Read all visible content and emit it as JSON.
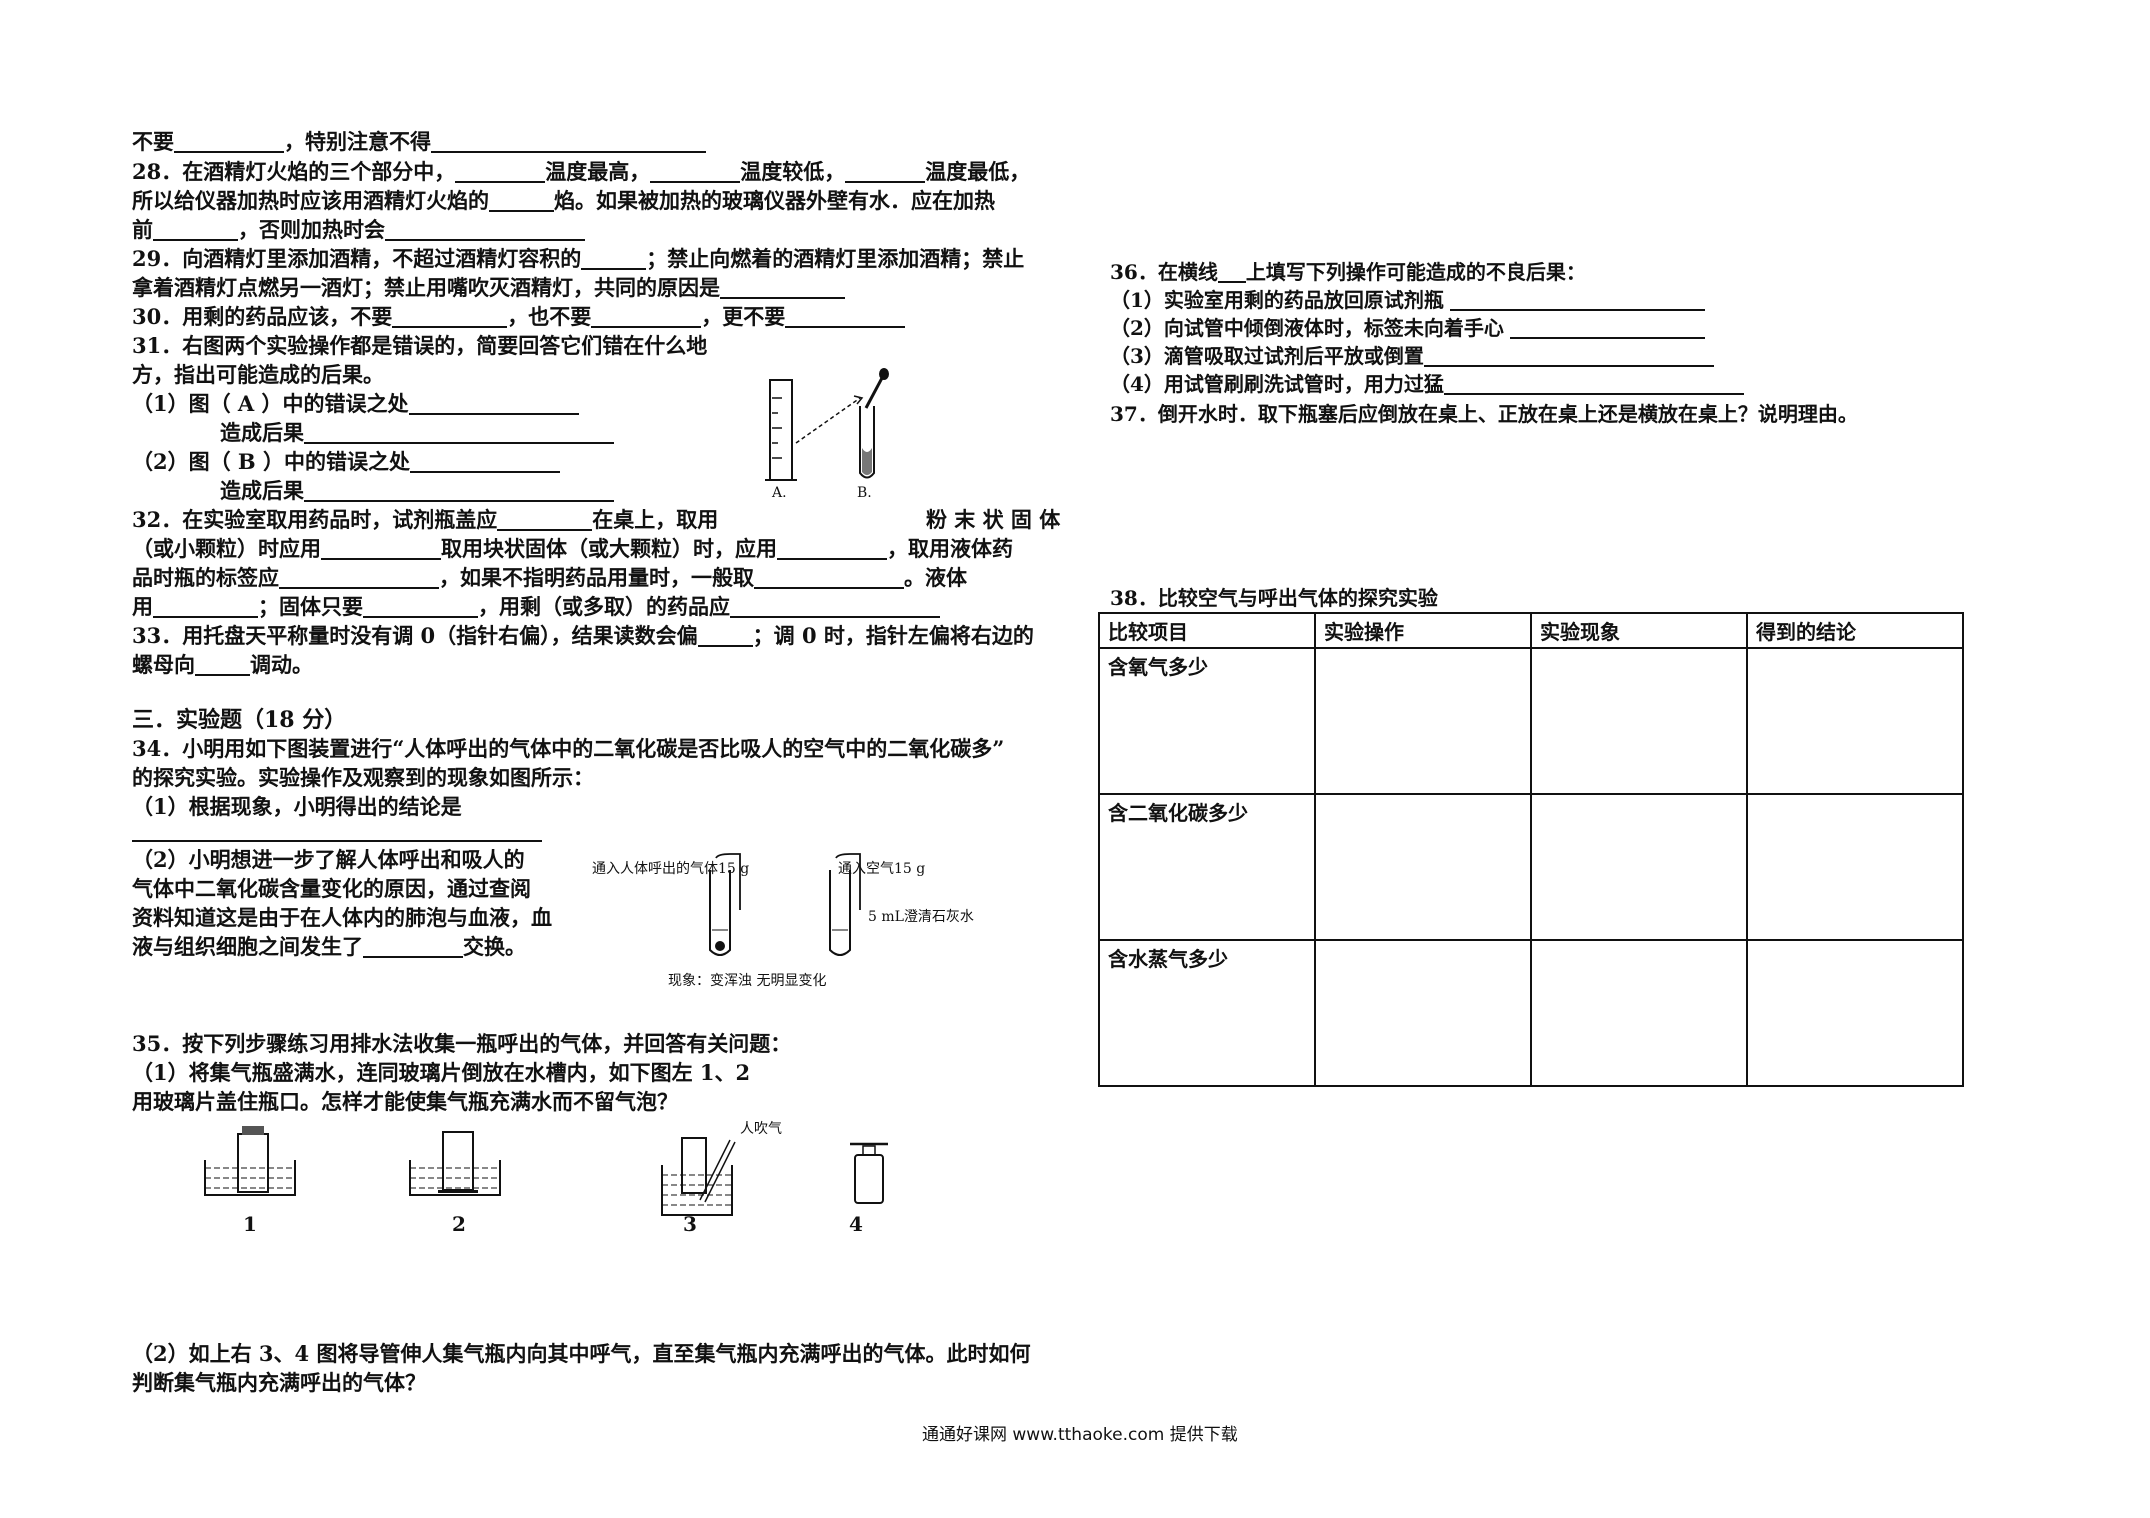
{
  "left_column": {
    "l0a": "不要",
    "l0b": "，特别注意不得",
    "q28_1a": "28．在酒精灯火焰的三个部分中，",
    "q28_1b": "温度最高，",
    "q28_1c": "温度较低，",
    "q28_1d": "温度最低，",
    "q28_2a": "所以给仪器加热时应该用酒精灯火焰的",
    "q28_2b": "焰。如果被加热的玻璃仪器外壁有水．应在加热",
    "q28_3a": "前",
    "q28_3b": "，否则加热时会",
    "q29_1a": "29．向酒精灯里添加酒精，不超过酒精灯容积的",
    "q29_1b": "；禁止向燃着的酒精灯里添加酒精；禁止",
    "q29_2a": "拿着酒精灯点燃另一酒灯；禁止用嘴吹灭酒精灯，共同的原因是",
    "q30a": "30．用剩的药品应该，不要",
    "q30b": "，也不要",
    "q30c": "，更不要",
    "q31_1": "31．右图两个实验操作都是错误的，简要回答它们错在什么地",
    "q31_2": "方，指出可能造成的后果。",
    "q31_3": "（1）图（ A ）中的错误之处",
    "q31_4": "造成后果",
    "q31_5": "（2）图（ B ）中的错误之处",
    "q31_6": "造成后果",
    "q32_1a": "32．在实验室取用药品时，试剂瓶盖应",
    "q32_1b": "在桌上，取用",
    "q32_1c": "粉 末 状 固 体",
    "q32_2a": "（或小颗粒）时应用",
    "q32_2b": "取用块状固体（或大颗粒）时，应用",
    "q32_2c": "，取用液体药",
    "q32_3a": "品时瓶的标签应",
    "q32_3b": "，如果不指明药品用量时，一般取",
    "q32_3c": "。液体",
    "q32_4a": "用",
    "q32_4b": "；固体只要",
    "q32_4c": "，用剩（或多取）的药品应",
    "q33_1a": "33．用托盘天平称量时没有调 0（指针右偏），结果读数会偏",
    "q33_1b": "；调 0 时，指针左偏将右边的",
    "q33_2a": "螺母向",
    "q33_2b": "调动。",
    "sec3": "三．实验题（18 分）",
    "q34_1": "34．小明用如下图装置进行“人体呼出的气体中的二氧化碳是否比吸人的空气中的二氧化碳多”",
    "q34_2": "的探究实验。实验操作及观察到的现象如图所示：",
    "q34_3": "（1）根据现象，小明得出的结论是",
    "q34_4": "（2）小明想进一步了解人体呼出和吸人的",
    "q34_5": "气体中二氧化碳含量变化的原因，通过查阅",
    "q34_6": "资料知道这是由于在人体内的肺泡与血液，血",
    "q34_7a": "液与组织细胞之间发生了",
    "q34_7b": "交换。",
    "q35_1": "35．按下列步骤练习用排水法收集一瓶呼出的气体，并回答有关问题：",
    "q35_2": "（1）将集气瓶盛满水，连同玻璃片倒放在水槽内，如下图左 1、2",
    "q35_3": "用玻璃片盖住瓶口。怎样才能使集气瓶充满水而不留气泡？",
    "q35_4": "（2）如上右 3、4 图将导管伸人集气瓶内向其中呼气，直至集气瓶内充满呼出的气体。此时如何",
    "q35_5": "判断集气瓶内充满呼出的气体？"
  },
  "figures": {
    "q31_a": "A.",
    "q31_b": "B.",
    "q34_left": "通入人体呼出的气体15 g",
    "q34_right": "通入空气15 g",
    "q34_reagent": "5 mL澄清石灰水",
    "q34_result": "现象：变浑浊    无明显变化",
    "q35_n1": "1",
    "q35_n2": "2",
    "q35_n3": "3",
    "q35_n4": "4",
    "q35_blow": "人吹气"
  },
  "right_column": {
    "q36_0a": "36．在横线",
    "q36_0b": "上填写下列操作可能造成的不良后果：",
    "q36_1": "（1）实验室用剩的药品放回原试剂瓶",
    "q36_2": "（2）向试管中倾倒液体时，标签未向着手心",
    "q36_3": "（3）滴管吸取过试剂后平放或倒置",
    "q36_4": "（4）用试管刷刷洗试管时，用力过猛",
    "q37": "37．倒开水时．取下瓶塞后应倒放在桌上、正放在桌上还是横放在桌上？说明理由。",
    "q38": "38．比较空气与呼出气体的探究实验"
  },
  "table": {
    "headers": [
      "比较项目",
      "实验操作",
      "实验现象",
      "得到的结论"
    ],
    "rows": [
      "含氧气多少",
      "含二氧化碳多少",
      "含水蒸气多少"
    ]
  },
  "footer": "通通好课网 www.tthaoke.com 提供下载"
}
